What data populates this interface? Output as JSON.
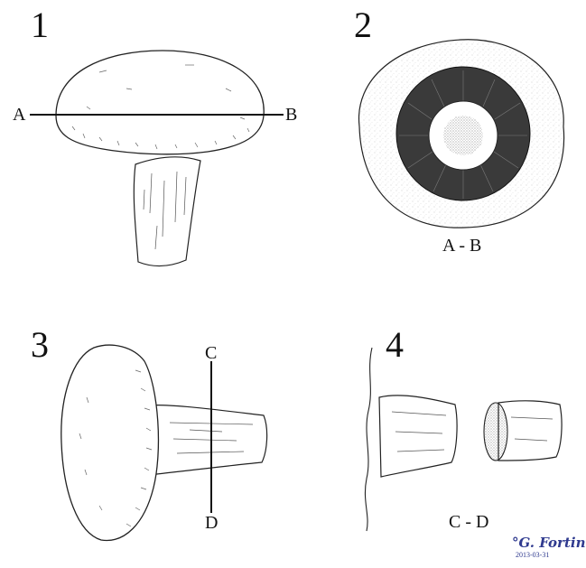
{
  "panels": {
    "p1": "1",
    "p2": "2",
    "p3": "3",
    "p4": "4"
  },
  "labels": {
    "a": "A",
    "b": "B",
    "c": "C",
    "d": "D",
    "section_ab": "A - B",
    "section_cd": "C - D"
  },
  "signature": {
    "name": "°G. Fortin",
    "date": "2013-03-31",
    "color": "#2f3a8f"
  }
}
